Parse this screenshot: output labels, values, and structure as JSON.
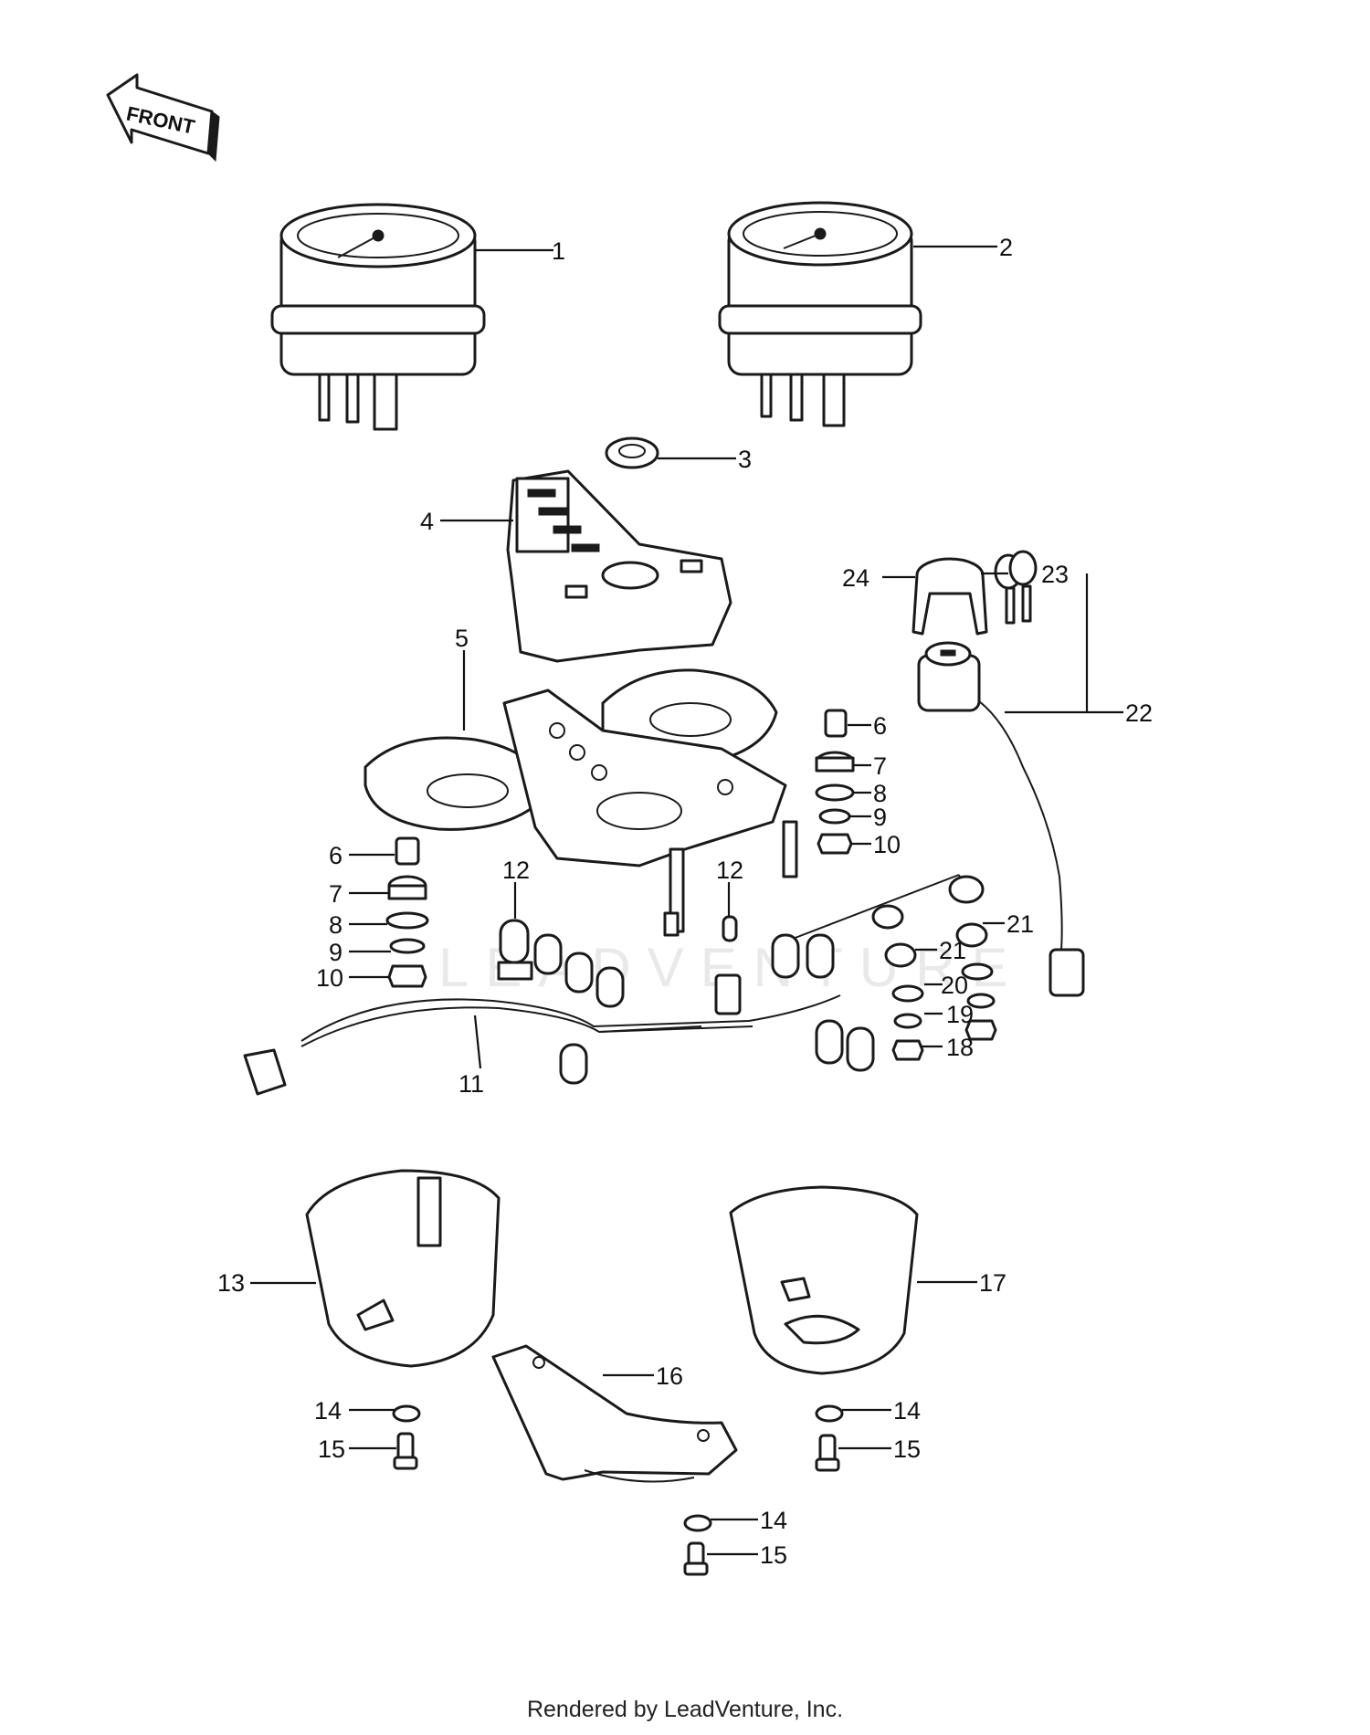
{
  "diagram": {
    "front_label": "FRONT",
    "watermark": "LEADVENTURE",
    "callouts": [
      "1",
      "2",
      "3",
      "4",
      "5",
      "6",
      "7",
      "8",
      "9",
      "10",
      "6",
      "7",
      "8",
      "9",
      "10",
      "11",
      "12",
      "12",
      "13",
      "14",
      "15",
      "14",
      "15",
      "14",
      "15",
      "16",
      "17",
      "18",
      "19",
      "20",
      "21",
      "21",
      "22",
      "23",
      "24"
    ]
  },
  "footer": {
    "text": "Rendered by LeadVenture, Inc."
  }
}
